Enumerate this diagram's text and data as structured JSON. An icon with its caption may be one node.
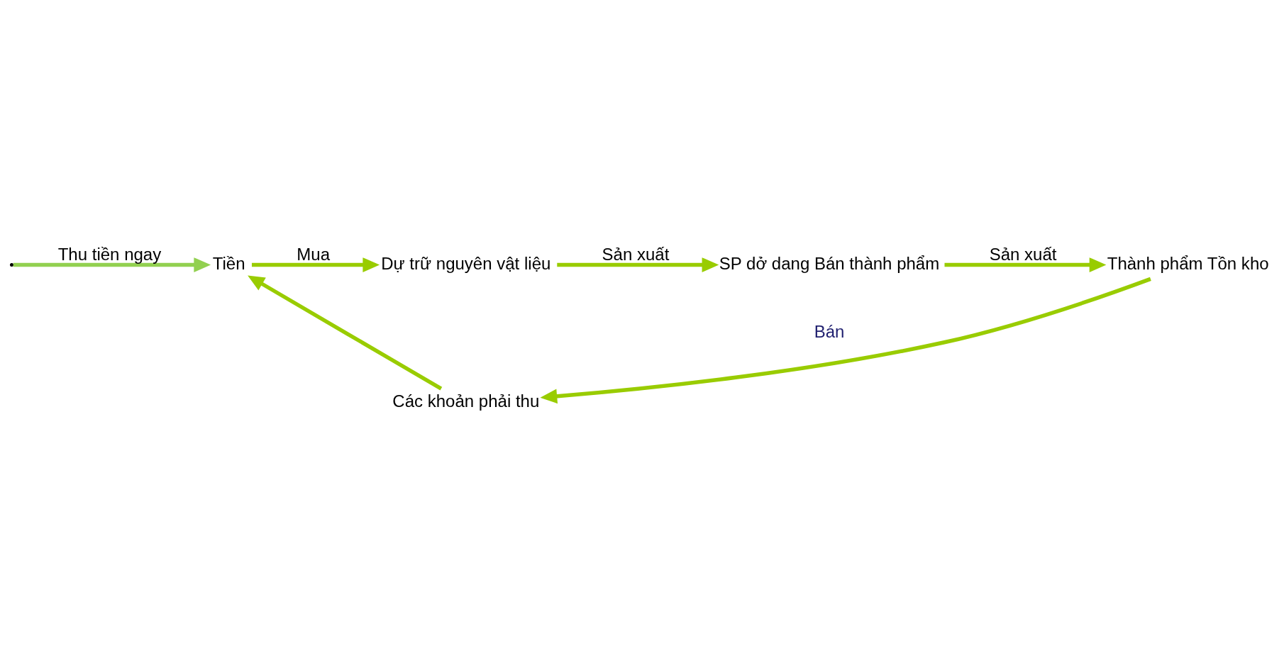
{
  "diagram": {
    "nodes": [
      {
        "text": [
          "Tiền"
        ]
      },
      {
        "text": [
          "Dự trữ nguyên vật liệu"
        ]
      },
      {
        "text": [
          "SP dở dang Bán thành phẩm"
        ]
      },
      {
        "text": [
          "Thành phẩm Tồn kho"
        ]
      },
      {
        "text": [
          "Các khoản phải thu"
        ]
      }
    ],
    "edges": [
      {
        "from": 0,
        "to": 1,
        "arrow": "to",
        "label": "Mua"
      },
      {
        "from": 1,
        "to": 2,
        "arrow": "to",
        "label": "Sản xuất"
      },
      {
        "from": 2,
        "to": 3,
        "arrow": "to",
        "label": "Sản xuất"
      },
      {
        "from": 3,
        "to": 4,
        "arrow": "to",
        "label": "Bán"
      },
      {
        "from": 4,
        "to": 0,
        "arrow": "to"
      },
      {
        "from": null,
        "to": 0,
        "arrow": "to",
        "label": "Thu tiền ngay",
        "color": "#92d050"
      }
    ]
  }
}
